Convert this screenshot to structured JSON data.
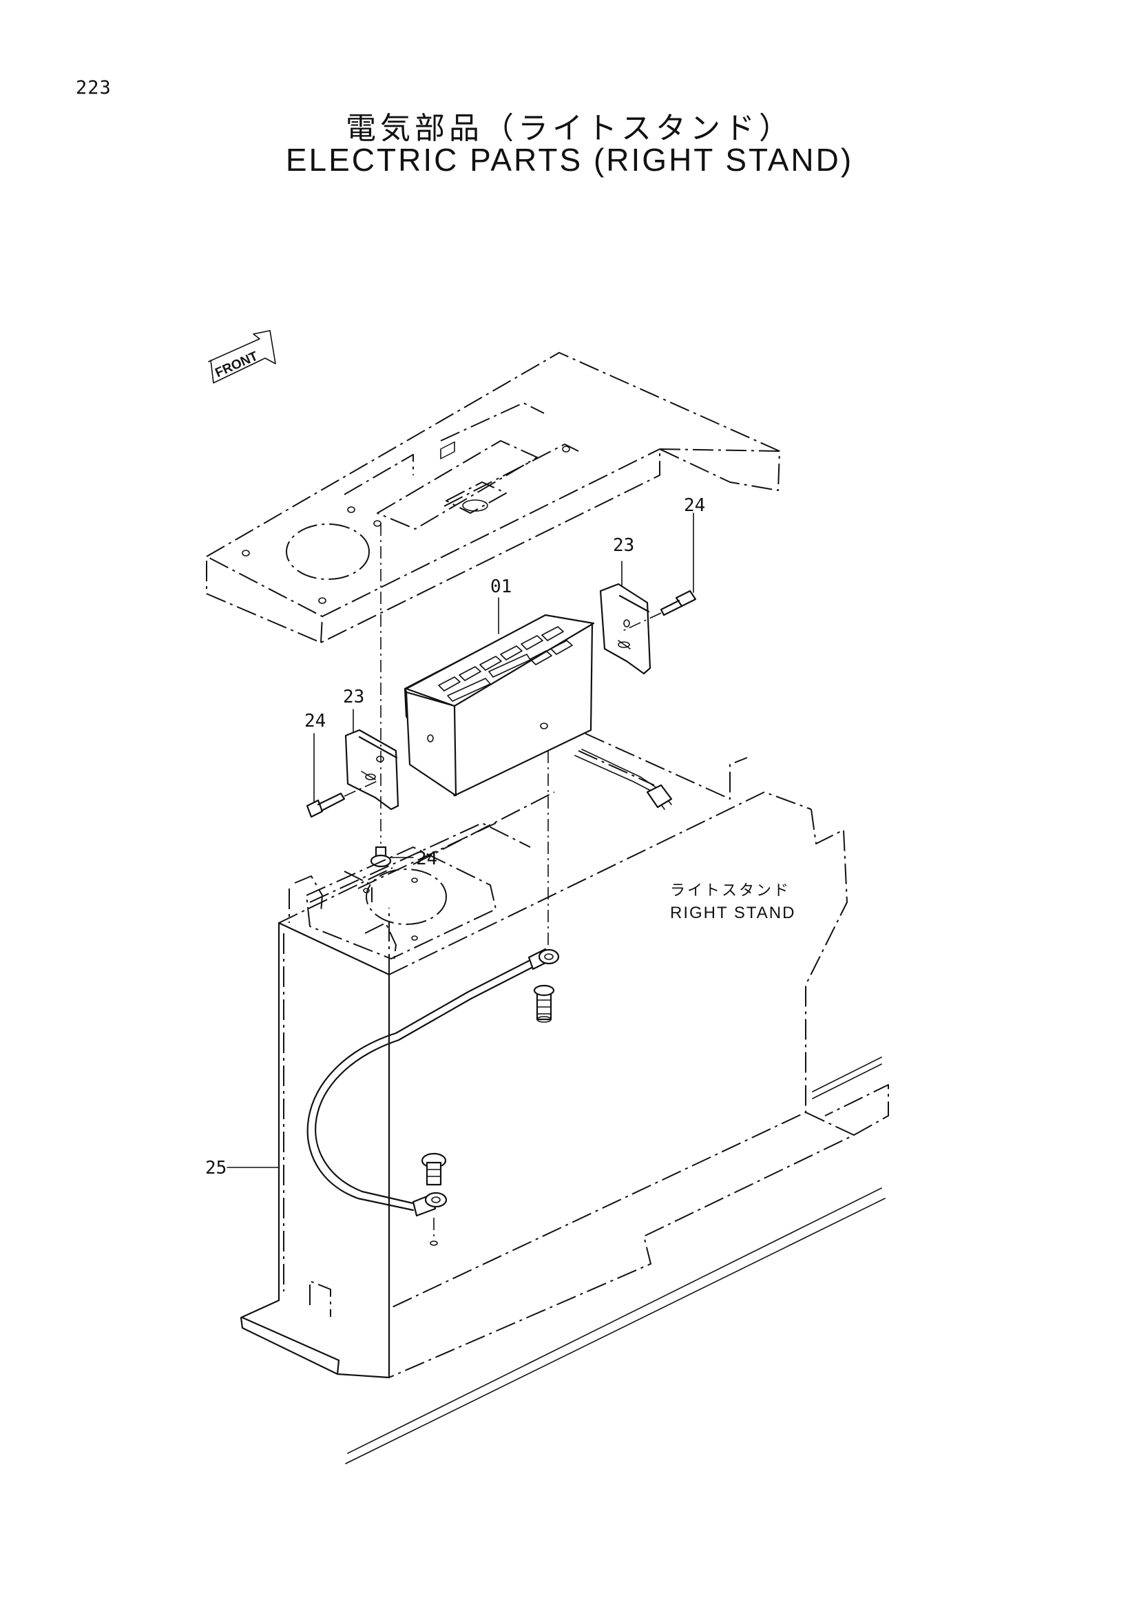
{
  "page_number": "223",
  "title_jp": "電気部品（ライトスタンド）",
  "title_en": "ELECTRIC PARTS (RIGHT STAND)",
  "front_marker": "FRONT",
  "part_labels": {
    "p01": "01",
    "p23_right": "23",
    "p24_right": "24",
    "p23_left": "23",
    "p24_left": "24",
    "p24_center": "24",
    "p25": "25"
  },
  "callout": {
    "jp": "ライトスタンド",
    "en": "RIGHT STAND"
  }
}
